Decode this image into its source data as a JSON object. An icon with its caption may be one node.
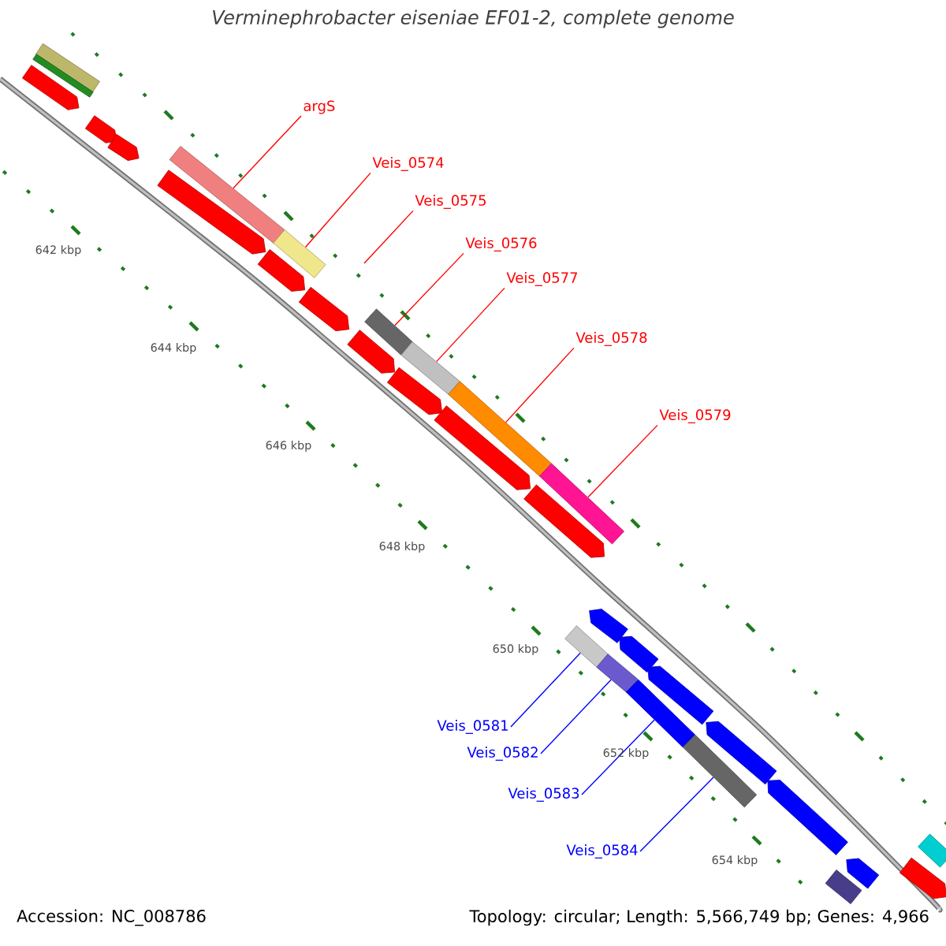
{
  "diagram": {
    "title": "Verminephrobacter eiseniae EF01-2, complete genome",
    "nodes": [
      {
        "text": [
          "argS"
        ]
      },
      {
        "text": [
          "Veis_0574"
        ]
      },
      {
        "text": [
          "Veis_0575"
        ]
      },
      {
        "text": [
          "Veis_0576"
        ]
      },
      {
        "text": [
          "Veis_0577"
        ]
      },
      {
        "text": [
          "Veis_0578"
        ]
      },
      {
        "text": [
          "Veis_0579"
        ]
      },
      {
        "text": [
          "Veis_0581"
        ]
      },
      {
        "text": [
          "Veis_0582"
        ]
      },
      {
        "text": [
          "Veis_0583"
        ]
      },
      {
        "text": [
          "Veis_0584"
        ]
      },
      {
        "text": [],
        "shape": "bar"
      },
      {
        "text": [],
        "shape": "bar"
      },
      {
        "text": [],
        "shape": "pentagon"
      },
      {
        "text": [],
        "shape": "pentagon"
      },
      {
        "text": [],
        "shape": "pentagon"
      },
      {
        "text": [],
        "shape": "bar"
      },
      {
        "text": [],
        "shape": "pentagon"
      },
      {
        "text": [],
        "shape": "bar"
      },
      {
        "text": [],
        "shape": "pentagon"
      },
      {
        "text": [],
        "shape": "pentagon"
      },
      {
        "text": [],
        "shape": "bar"
      },
      {
        "text": [],
        "shape": "pentagon"
      },
      {
        "text": [],
        "shape": "bar"
      },
      {
        "text": [],
        "shape": "pentagon"
      },
      {
        "text": [],
        "shape": "bar"
      },
      {
        "text": [],
        "shape": "pentagon"
      },
      {
        "text": [],
        "shape": "bar"
      },
      {
        "text": [],
        "shape": "pentagon"
      },
      {
        "text": [],
        "shape": "bar"
      },
      {
        "text": [],
        "shape": "pentagon"
      },
      {
        "text": [],
        "shape": "bar"
      },
      {
        "text": [],
        "shape": "pentagon"
      },
      {
        "text": [],
        "shape": "bar"
      },
      {
        "text": [],
        "shape": "pentagon"
      },
      {
        "text": [],
        "shape": "bar"
      },
      {
        "text": [],
        "shape": "pentagon"
      },
      {
        "text": [],
        "shape": "pentagon"
      },
      {
        "text": [],
        "shape": "bar"
      },
      {
        "text": [],
        "shape": "pentagon"
      },
      {
        "text": [],
        "shape": "bar"
      },
      {
        "text": [],
        "shape": "pentagon"
      }
    ],
    "edges": [
      {
        "from": 0,
        "to": 16,
        "arrow": "none"
      },
      {
        "from": 1,
        "to": 18,
        "arrow": "none"
      },
      {
        "from": 2,
        "to": null,
        "arrow": "none"
      },
      {
        "from": 3,
        "to": 21,
        "arrow": "none"
      },
      {
        "from": 4,
        "to": 23,
        "arrow": "none"
      },
      {
        "from": 5,
        "to": 25,
        "arrow": "none"
      },
      {
        "from": 6,
        "to": 27,
        "arrow": "none"
      },
      {
        "from": 7,
        "to": 29,
        "arrow": "none",
        "color": "#0000ff"
      },
      {
        "from": 8,
        "to": 31,
        "arrow": "none",
        "color": "#0000ff"
      },
      {
        "from": 9,
        "to": 33,
        "arrow": "none",
        "color": "#0000ff"
      },
      {
        "from": 10,
        "to": 35,
        "arrow": "none",
        "color": "#0000ff"
      }
    ],
    "labels": [
      "642 kbp",
      "644 kbp",
      "646 kbp",
      "648 kbp",
      "650 kbp",
      "652 kbp",
      "654 kbp",
      "Accession: NC_008786",
      "Topology: circular; Length: 5,566,749 bp; Genes: 4,966"
    ]
  }
}
